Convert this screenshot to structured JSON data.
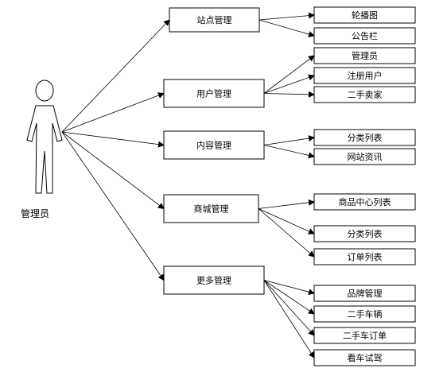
{
  "actor": {
    "label": "管理员"
  },
  "modules": [
    {
      "label": "站点管理",
      "children": [
        "轮播图",
        "公告栏"
      ]
    },
    {
      "label": "用户管理",
      "children": [
        "管理员",
        "注册用户",
        "二手卖家"
      ]
    },
    {
      "label": "内容管理",
      "children": [
        "分类列表",
        "网站资讯"
      ]
    },
    {
      "label": "商城管理",
      "children": [
        "商品中心列表",
        "分类列表",
        "订单列表"
      ]
    },
    {
      "label": "更多管理",
      "children": [
        "品牌管理",
        "二手车辆",
        "二手车订单",
        "看车试驾"
      ]
    }
  ],
  "colors": {
    "line": "#000000",
    "box_fill": "#ffffff",
    "text": "#000000"
  }
}
